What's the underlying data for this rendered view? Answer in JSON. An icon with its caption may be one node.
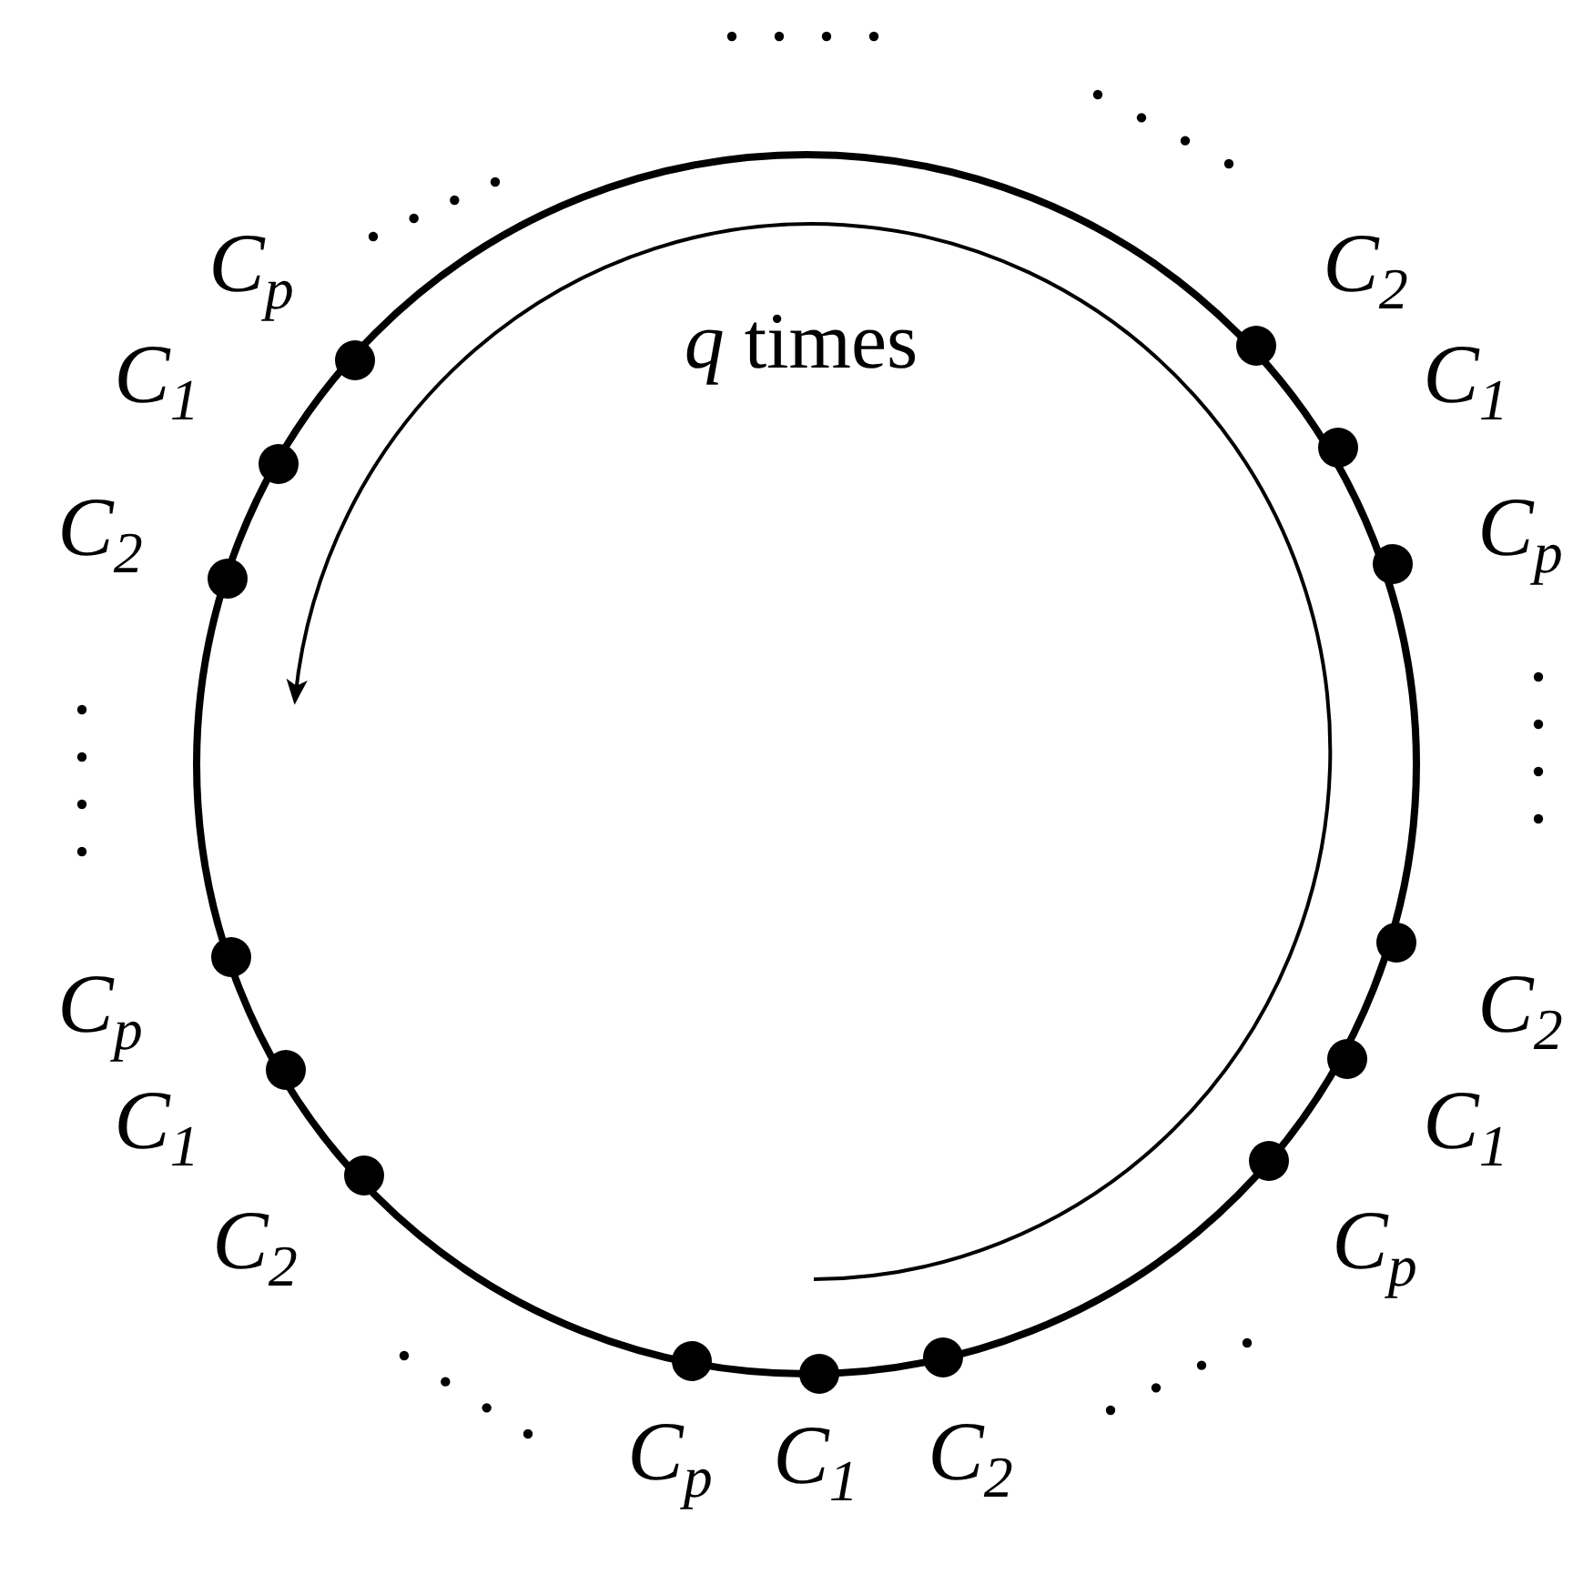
{
  "diagram": {
    "labels": [
      "*q* times",
      "C$_{p}$",
      "C$_{1}$",
      "C$_{2}$",
      "C$_{2}$",
      "C$_{1}$",
      "C$_{p}$",
      "C$_{p}$",
      "C$_{1}$",
      "C$_{2}$",
      "C$_{2}$",
      "C$_{1}$",
      "C$_{p}$",
      "C$_{p}$",
      "C$_{1}$",
      "C$_{2}$"
    ]
  }
}
